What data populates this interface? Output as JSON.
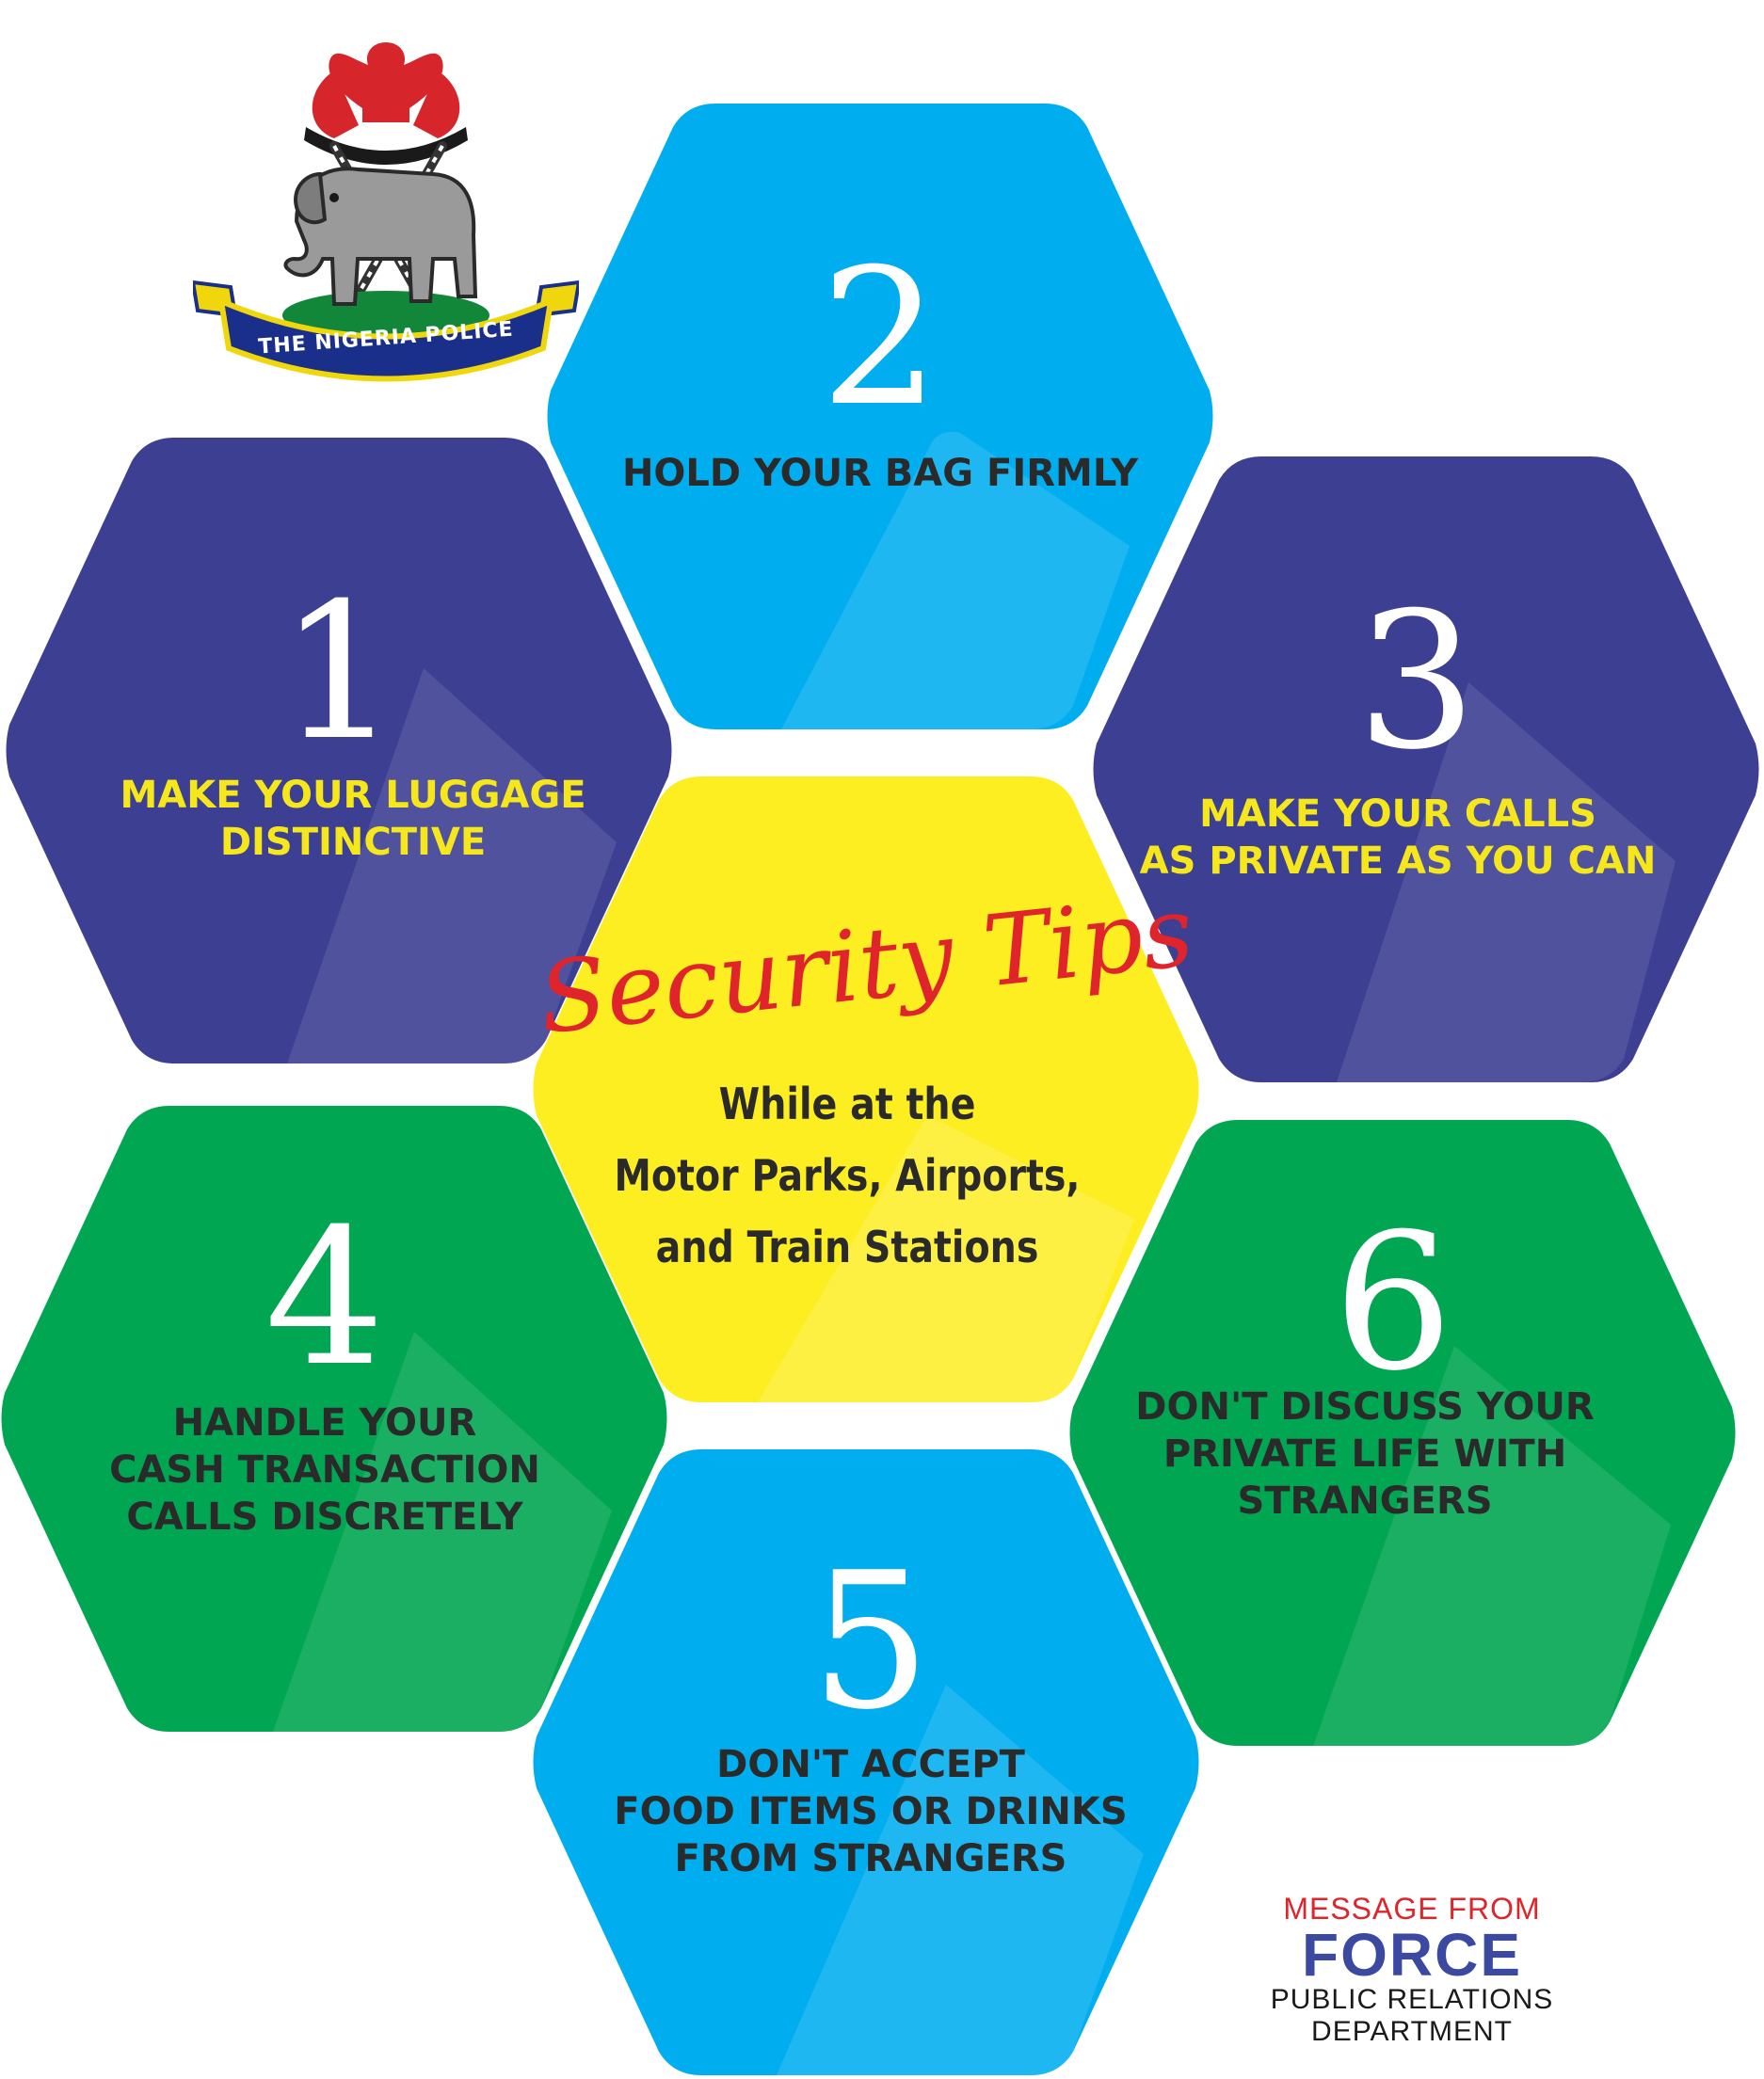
{
  "logo": {
    "icon": "nigeria-police-crest-icon",
    "text": "THE NIGERIA POLICE"
  },
  "center": {
    "title": "Security Tips",
    "subtitle": "While at the\nMotor Parks, Airports,\nand Train Stations",
    "color": "#fdee21"
  },
  "tips": [
    {
      "number": "1",
      "text": "MAKE YOUR LUGGAGE\nDISTINCTIVE",
      "color": "#3d3f92",
      "text_color": "#f5e71c"
    },
    {
      "number": "2",
      "text": "HOLD YOUR BAG FIRMLY",
      "color": "#00aeef",
      "text_color": "#2a2a2a"
    },
    {
      "number": "3",
      "text": "MAKE YOUR CALLS\nAS PRIVATE AS YOU CAN",
      "color": "#3d3f92",
      "text_color": "#f5e71c"
    },
    {
      "number": "4",
      "text": "HANDLE YOUR\nCASH TRANSACTION\nCALLS DISCRETELY",
      "color": "#00a651",
      "text_color": "#2a2a2a"
    },
    {
      "number": "5",
      "text": "DON'T ACCEPT\nFOOD ITEMS OR DRINKS\nFROM STRANGERS",
      "color": "#00aeef",
      "text_color": "#2a2a2a"
    },
    {
      "number": "6",
      "text": "DON'T DISCUSS YOUR\nPRIVATE LIFE WITH\nSTRANGERS",
      "color": "#00a651",
      "text_color": "#2a2a2a"
    }
  ],
  "footer": {
    "line1": "MESSAGE FROM",
    "line2": "FORCE",
    "line3": "PUBLIC RELATIONS\nDEPARTMENT"
  }
}
